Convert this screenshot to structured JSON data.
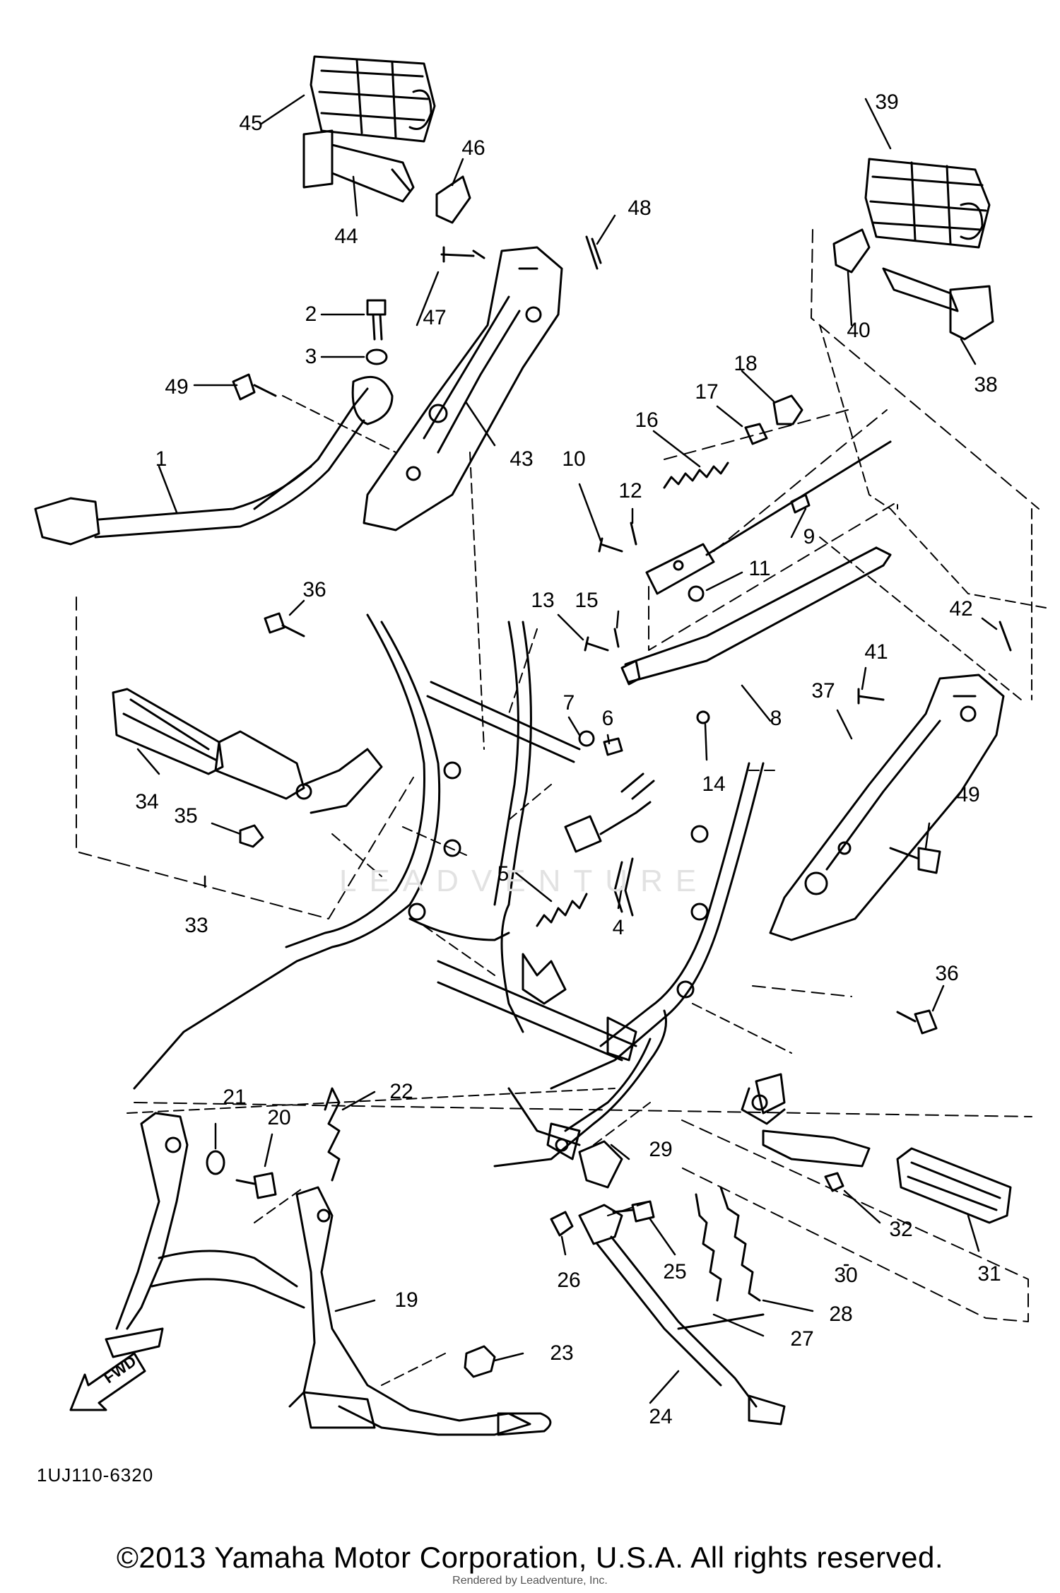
{
  "diagram": {
    "part_labels": [
      {
        "id": "45",
        "text": "45"
      },
      {
        "id": "44",
        "text": "44"
      },
      {
        "id": "46",
        "text": "46"
      },
      {
        "id": "48",
        "text": "48"
      },
      {
        "id": "39",
        "text": "39"
      },
      {
        "id": "2",
        "text": "2"
      },
      {
        "id": "47",
        "text": "47"
      },
      {
        "id": "3",
        "text": "3"
      },
      {
        "id": "49a",
        "text": "49"
      },
      {
        "id": "40",
        "text": "40"
      },
      {
        "id": "38",
        "text": "38"
      },
      {
        "id": "18",
        "text": "18"
      },
      {
        "id": "17",
        "text": "17"
      },
      {
        "id": "16",
        "text": "16"
      },
      {
        "id": "43",
        "text": "43"
      },
      {
        "id": "10",
        "text": "10"
      },
      {
        "id": "12",
        "text": "12"
      },
      {
        "id": "1",
        "text": "1"
      },
      {
        "id": "9",
        "text": "9"
      },
      {
        "id": "11",
        "text": "11"
      },
      {
        "id": "36a",
        "text": "36"
      },
      {
        "id": "13",
        "text": "13"
      },
      {
        "id": "15",
        "text": "15"
      },
      {
        "id": "42",
        "text": "42"
      },
      {
        "id": "41",
        "text": "41"
      },
      {
        "id": "37",
        "text": "37"
      },
      {
        "id": "8",
        "text": "8"
      },
      {
        "id": "7",
        "text": "7"
      },
      {
        "id": "6",
        "text": "6"
      },
      {
        "id": "14",
        "text": "14"
      },
      {
        "id": "34",
        "text": "34"
      },
      {
        "id": "35",
        "text": "35"
      },
      {
        "id": "49b",
        "text": "49"
      },
      {
        "id": "5",
        "text": "5"
      },
      {
        "id": "4",
        "text": "4"
      },
      {
        "id": "33",
        "text": "33"
      },
      {
        "id": "36b",
        "text": "36"
      },
      {
        "id": "21",
        "text": "21"
      },
      {
        "id": "22",
        "text": "22"
      },
      {
        "id": "20",
        "text": "20"
      },
      {
        "id": "29",
        "text": "29"
      },
      {
        "id": "32",
        "text": "32"
      },
      {
        "id": "25",
        "text": "25"
      },
      {
        "id": "26",
        "text": "26"
      },
      {
        "id": "30",
        "text": "30"
      },
      {
        "id": "31",
        "text": "31"
      },
      {
        "id": "19",
        "text": "19"
      },
      {
        "id": "28",
        "text": "28"
      },
      {
        "id": "27",
        "text": "27"
      },
      {
        "id": "23",
        "text": "23"
      },
      {
        "id": "24",
        "text": "24"
      }
    ],
    "diagram_code": "1UJ110-6320",
    "fwd_label": "FWD",
    "watermark": "LEADVENTURE",
    "copyright": "©2013 Yamaha Motor Corporation, U.S.A. All rights reserved.",
    "rendered_by": "Rendered by Leadventure, Inc."
  }
}
